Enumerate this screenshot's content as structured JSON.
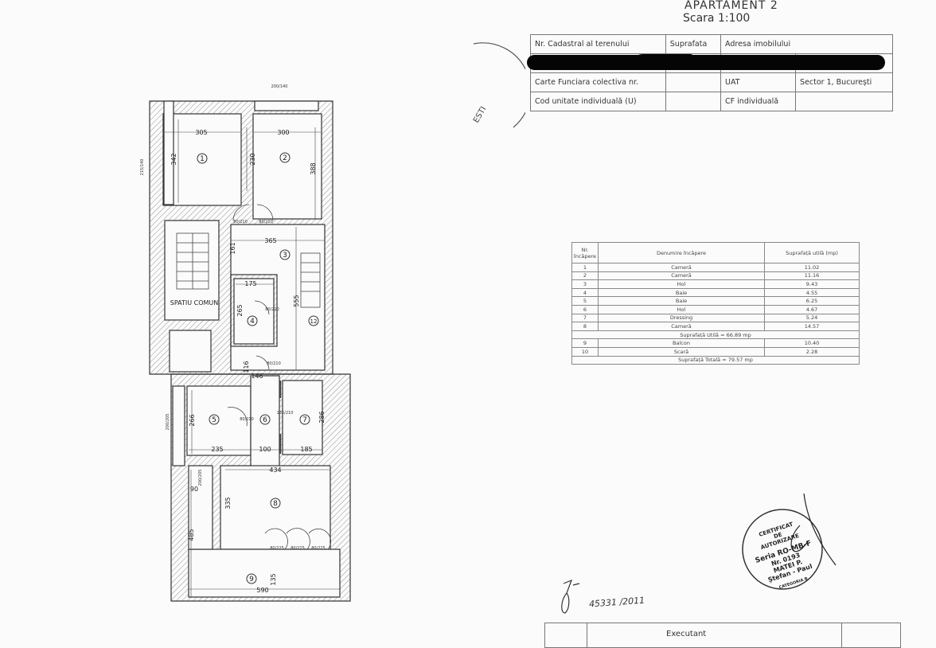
{
  "header": {
    "title": "APARTAMENT 2",
    "scale": "Scara 1:100"
  },
  "info_table": {
    "cadastral_label": "Nr. Cadastral al terenului",
    "surface_label": "Suprafata",
    "address_label": "Adresa imobilului",
    "cf_collective_label": "Carte Funciara colectiva nr.",
    "uat_label": "UAT",
    "uat_value": "Sector 1, București",
    "unit_code_label": "Cod unitate individuală   (U)",
    "cf_individual_label": "CF  individuală"
  },
  "rooms_table": {
    "headers": [
      "Nr. încăpere",
      "Denumire încăpere",
      "Suprafață utilă (mp)"
    ],
    "rows": [
      {
        "nr": "1",
        "name": "Cameră",
        "area": "11.02"
      },
      {
        "nr": "2",
        "name": "Cameră",
        "area": "11.16"
      },
      {
        "nr": "3",
        "name": "Hol",
        "area": "9.43"
      },
      {
        "nr": "4",
        "name": "Baie",
        "area": "4.55"
      },
      {
        "nr": "5",
        "name": "Baie",
        "area": "6.25"
      },
      {
        "nr": "6",
        "name": "Hol",
        "area": "4.67"
      },
      {
        "nr": "7",
        "name": "Dressing",
        "area": "5.24"
      },
      {
        "nr": "8",
        "name": "Cameră",
        "area": "14.57"
      }
    ],
    "subtotal": "Suprafață Utilă  = 66.89 mp",
    "extra_rows": [
      {
        "nr": "9",
        "name": "Balcon",
        "area": "10.40"
      },
      {
        "nr": "10",
        "name": "Scară",
        "area": "2.28"
      }
    ],
    "total": "Suprafață Totală  = 79.57 mp"
  },
  "floor_plan": {
    "rooms": [
      "1",
      "2",
      "3",
      "4",
      "5",
      "6",
      "7",
      "8",
      "9",
      "12"
    ],
    "common_area": "SPATIU COMUN",
    "dims": [
      "305",
      "300",
      "342",
      "230",
      "388",
      "365",
      "161",
      "175",
      "265",
      "555",
      "116",
      "146",
      "266",
      "235",
      "100",
      "185",
      "286",
      "434",
      "335",
      "90",
      "485",
      "135",
      "590"
    ],
    "windows": [
      "200/140",
      "215/140",
      "200/205",
      "200/205"
    ],
    "doors": [
      "80/210",
      "80/210",
      "80/210",
      "80/210",
      "80/210",
      "135/210",
      "80/225",
      "80/225",
      "80/225"
    ]
  },
  "stamp": {
    "lines": [
      "CERTIFICAT",
      "DE",
      "AUTORIZARE",
      "Seria RO-MB-F",
      "Nr. 0193",
      "MATEI P.",
      "Ștefan - Paul",
      "CATEGORIA B"
    ],
    "left_stamp_text": "ESTI"
  },
  "handwriting": "45331 /2011",
  "footer": {
    "executant_label": "Executant"
  }
}
